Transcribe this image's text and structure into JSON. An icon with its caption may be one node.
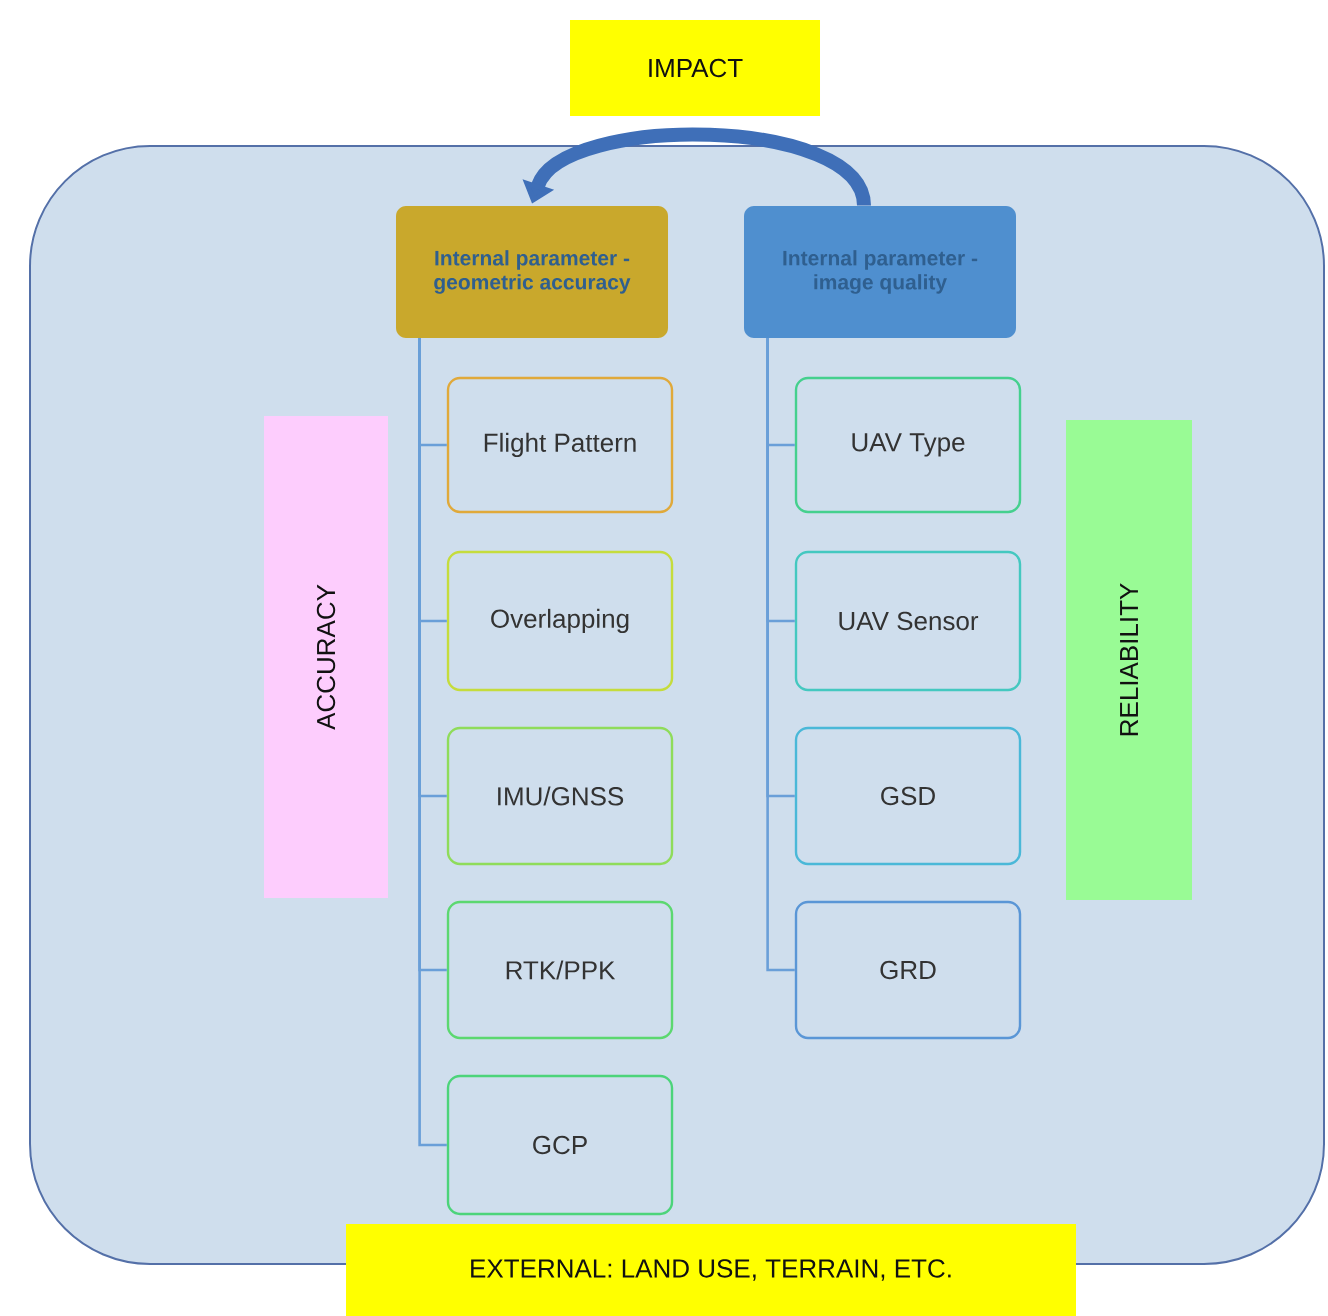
{
  "diagram": {
    "nodes": [
      {
        "text": [],
        "shape": "box"
      },
      {
        "text": [
          "IMPACT"
        ]
      },
      {
        "text": [
          "Internal parameter - geometric accuracy"
        ],
        "in": 0
      },
      {
        "text": [
          "Internal parameter - image quality"
        ],
        "in": 0
      },
      {
        "text": [
          "ACCURACY"
        ],
        "in": 0
      },
      {
        "text": [
          "Flight Pattern"
        ],
        "in": 0
      },
      {
        "text": [
          "Overlapping"
        ],
        "in": 0
      },
      {
        "text": [
          "IMU/GNSS"
        ],
        "in": 0
      },
      {
        "text": [
          "RTK/PPK"
        ],
        "in": 0
      },
      {
        "text": [
          "GCP"
        ],
        "in": 0
      },
      {
        "text": [
          "RELIABILITY"
        ],
        "in": 0
      },
      {
        "text": [
          "UAV Type"
        ],
        "in": 0
      },
      {
        "text": [
          "UAV Sensor"
        ],
        "in": 0
      },
      {
        "text": [
          "GSD"
        ],
        "in": 0
      },
      {
        "text": [
          "GRD"
        ],
        "in": 0
      },
      {
        "text": [
          "EXTERNAL: LAND USE, TERRAIN, ETC."
        ]
      }
    ],
    "edges": [
      {
        "from": 3,
        "to": 2,
        "arrow": "to",
        "style": "thick",
        "color": "#3f6fb8"
      },
      {
        "from": 2,
        "to": 5,
        "arrow": "none"
      },
      {
        "from": 2,
        "to": 6,
        "arrow": "none"
      },
      {
        "from": 2,
        "to": 7,
        "arrow": "none"
      },
      {
        "from": 2,
        "to": 8,
        "arrow": "none"
      },
      {
        "from": 2,
        "to": 9,
        "arrow": "none"
      },
      {
        "from": 3,
        "to": 11,
        "arrow": "none"
      },
      {
        "from": 3,
        "to": 12,
        "arrow": "none"
      },
      {
        "from": 3,
        "to": 13,
        "arrow": "none"
      },
      {
        "from": 3,
        "to": 14,
        "arrow": "none"
      }
    ]
  }
}
